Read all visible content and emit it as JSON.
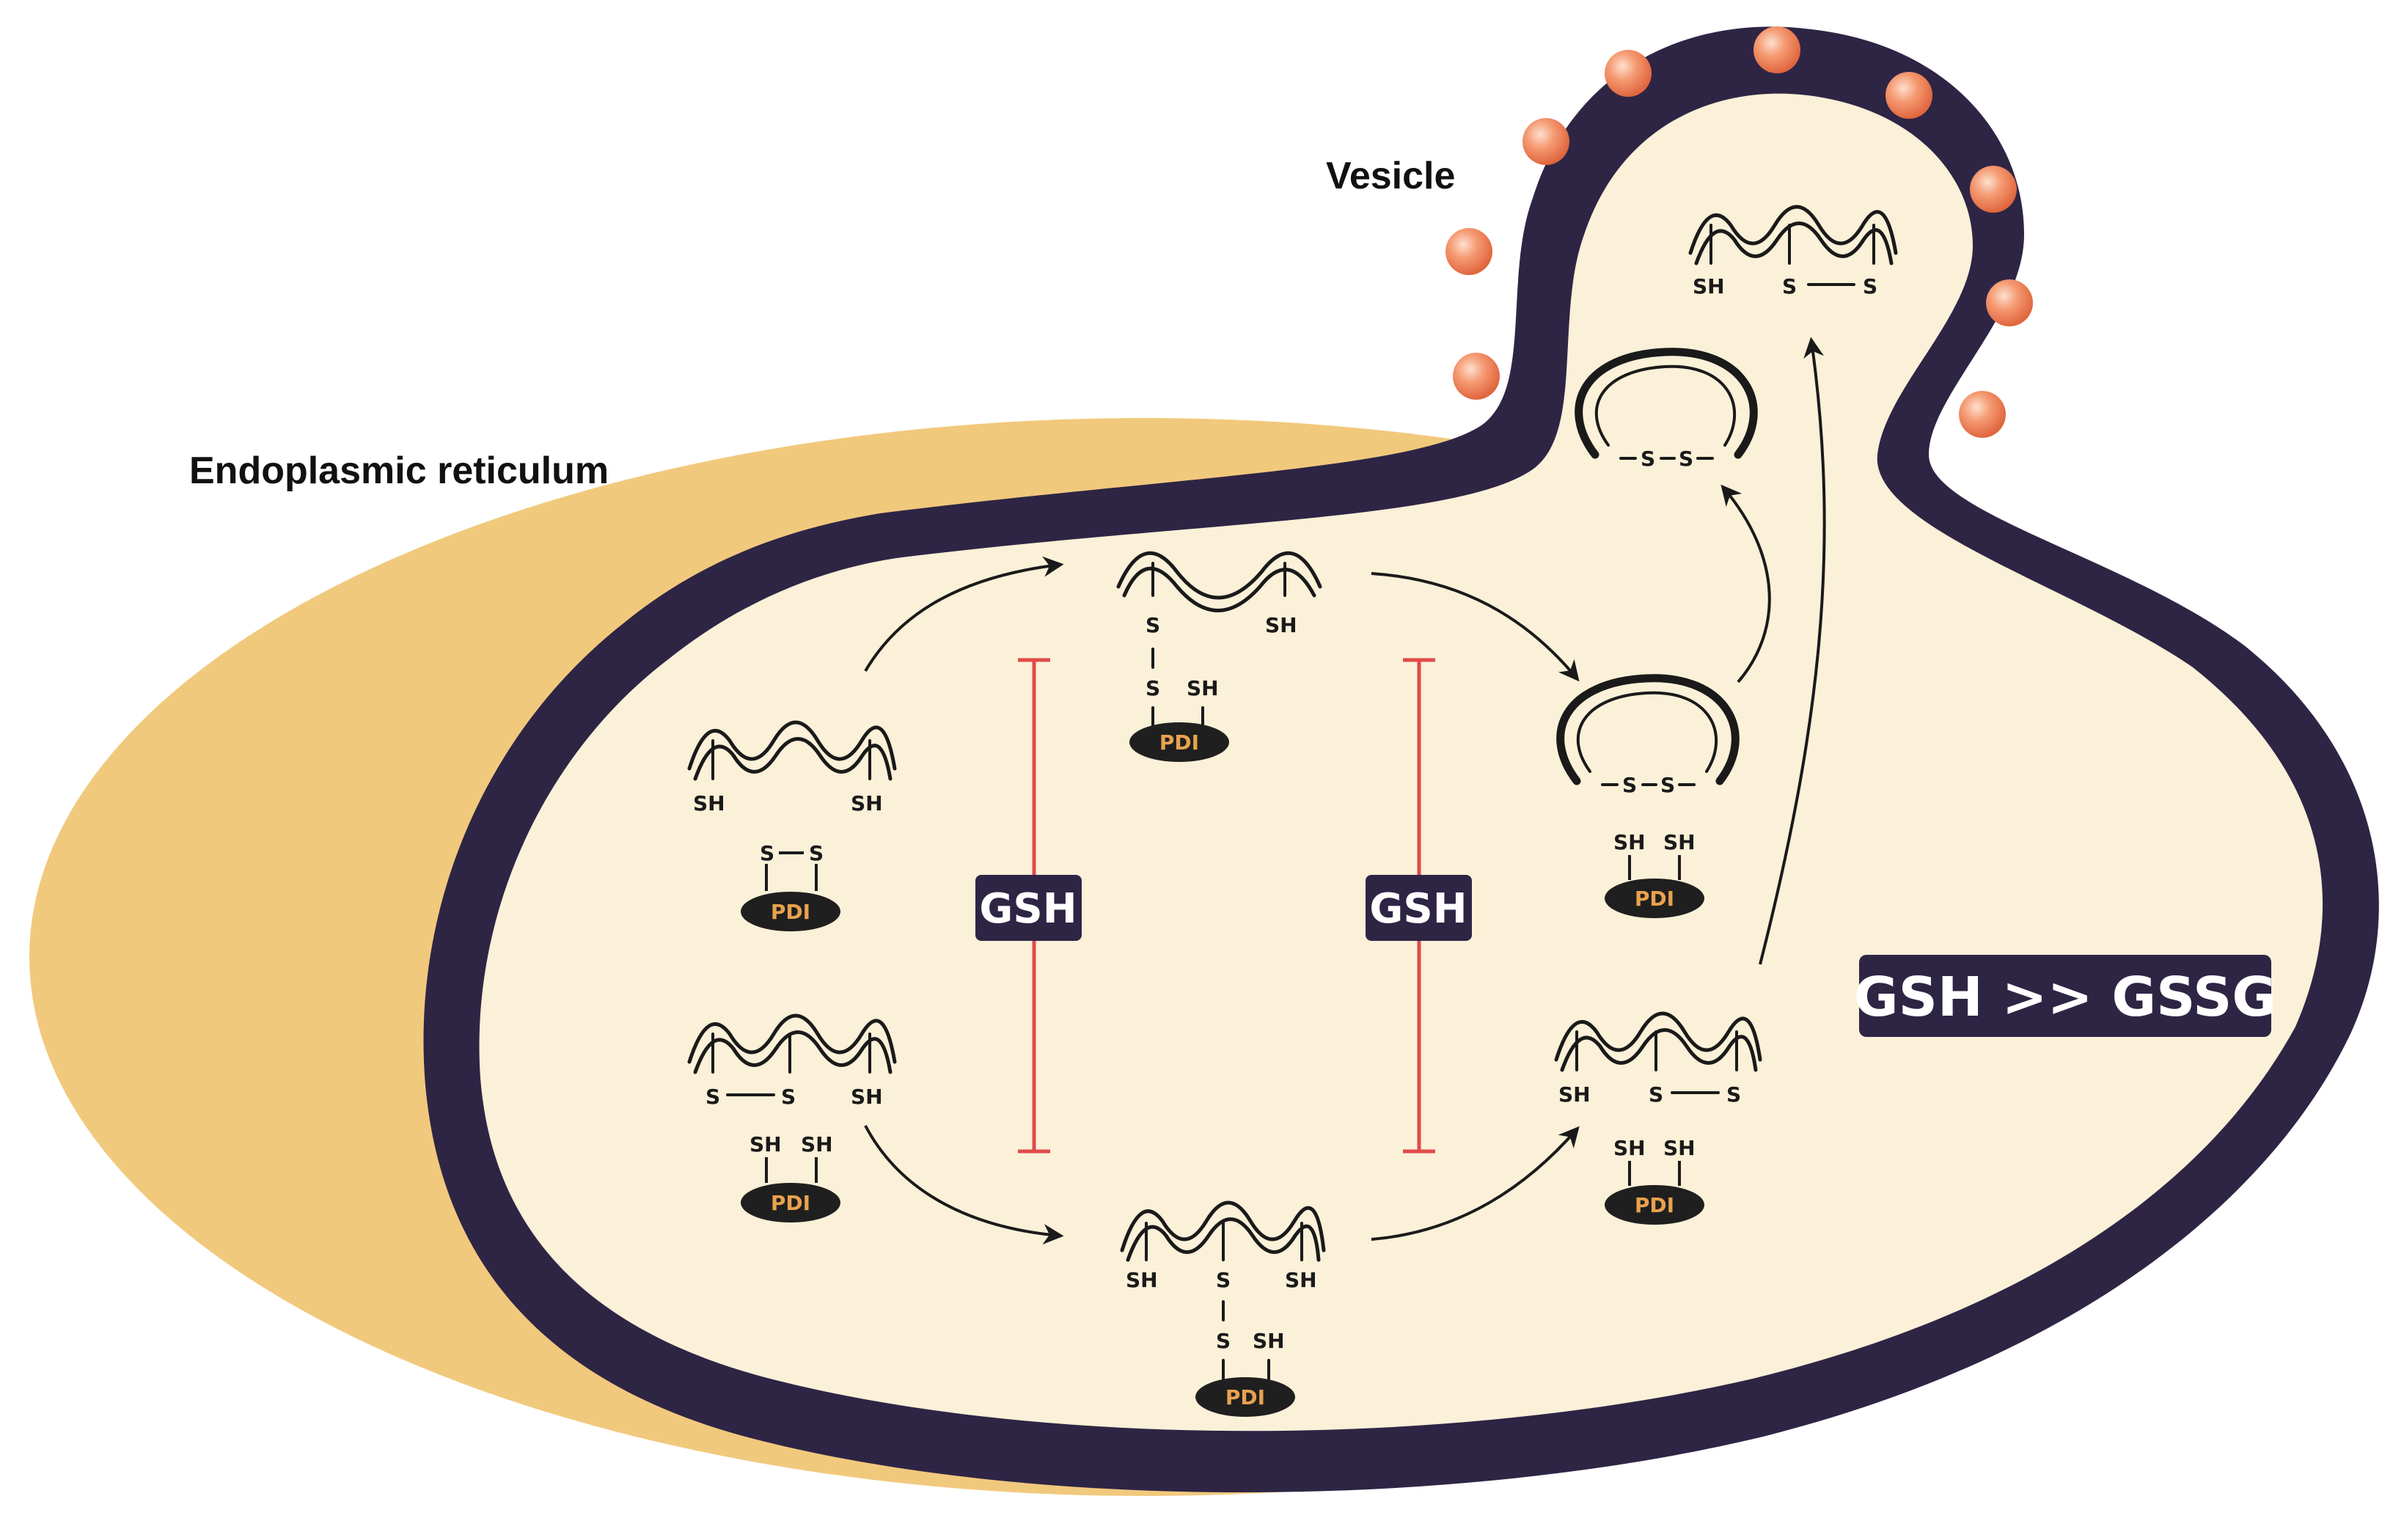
{
  "labels": {
    "vesicle": "Vesicle",
    "er": "Endoplasmic reticulum",
    "gsh": "GSH",
    "ratio": "GSH >> GSSG"
  },
  "chem": {
    "sh": "SH",
    "s": "S",
    "pdi": "PDI"
  },
  "colors": {
    "membrane": "#2e2545",
    "lumen": "#fbf0d8",
    "outer_er": "#f1c97d",
    "coat_particle": "#f08a65",
    "inhibit_line": "#e04a4a",
    "pdi_body": "#1f1f1f",
    "pdi_text": "#e8a24e"
  }
}
